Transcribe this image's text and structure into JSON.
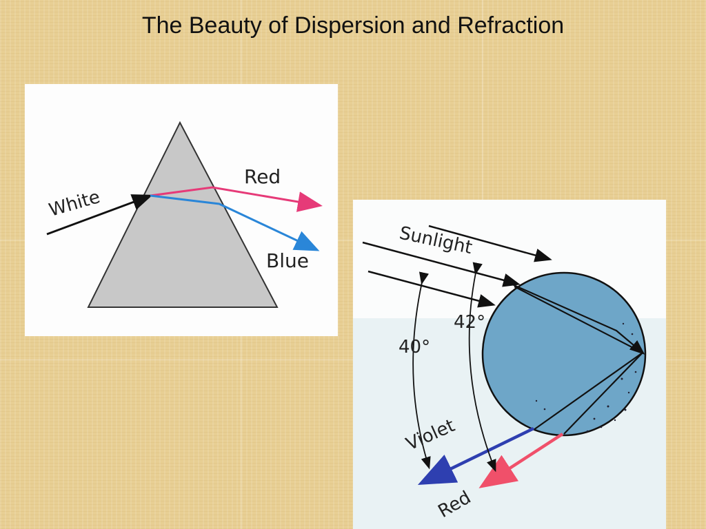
{
  "title": "The Beauty of Dispersion and Refraction",
  "prism_diagram": {
    "label_white": "White",
    "label_red": "Red",
    "label_blue": "Blue",
    "colors": {
      "prism": "#c8c8c8",
      "red_ray": "#e63a78",
      "blue_ray": "#2a86d8",
      "white_ray": "#111111"
    }
  },
  "raindrop_diagram": {
    "label_sunlight": "Sunlight",
    "label_angle_42": "42°",
    "label_angle_40": "40°",
    "label_violet": "Violet",
    "label_red": "Red",
    "colors": {
      "drop": "#6ea6c8",
      "violet_ray": "#2e3fb0",
      "red_ray": "#f0506a"
    }
  }
}
